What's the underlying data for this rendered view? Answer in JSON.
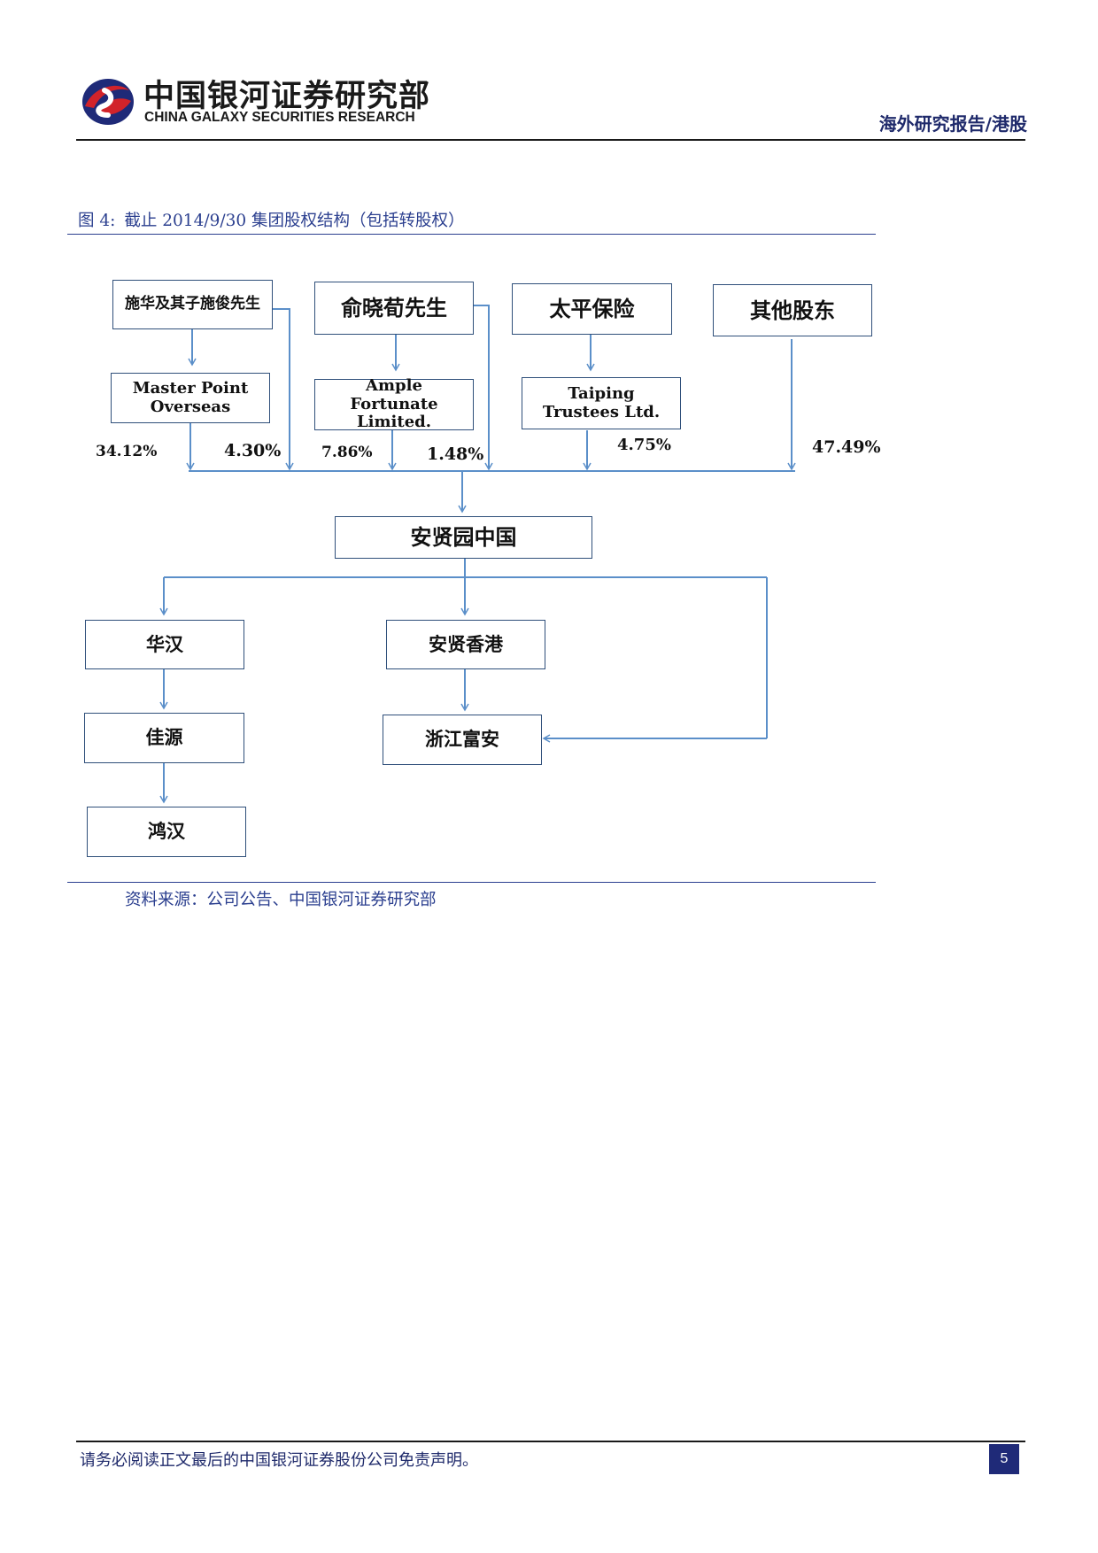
{
  "header": {
    "brand_cn": "中国银河证券研究部",
    "brand_en": "CHINA GALAXY SECURITIES RESEARCH",
    "report_type": "海外研究报告/港股"
  },
  "figure": {
    "label": "图 4:",
    "title": "截止 2014/9/30 集团股权结构（包括转股权）",
    "source": "资料来源：公司公告、中国银河证券研究部"
  },
  "nodes": {
    "shi_hua": "施华及其子施俊先生",
    "yu_xiaogou": "俞晓荀先生",
    "taiping": "太平保险",
    "others": "其他股东",
    "master_point": "Master Point Overseas",
    "ample_fortunate": "Ample Fortunate Limited.",
    "taiping_trustees": "Taiping Trustees Ltd.",
    "anxian_china": "安贤园中国",
    "huahan": "华汉",
    "anxian_hk": "安贤香港",
    "jiayuan": "佳源",
    "zhejiang_fuan": "浙江富安",
    "honghan": "鸿汉"
  },
  "percentages": {
    "master_point": "34.12%",
    "shi_hua_direct": "4.30%",
    "ample_fortunate": "7.86%",
    "yu_direct": "1.48%",
    "taiping_trustees": "4.75%",
    "others": "47.49%"
  },
  "colors": {
    "line": "#5b8fc9",
    "box_border": "#2f4f7a",
    "caption": "#2b3f8f",
    "page_badge": "#1f2a78"
  },
  "footer": {
    "disclaimer": "请务必阅读正文最后的中国银河证券股份公司免责声明。",
    "page_number": "5"
  }
}
